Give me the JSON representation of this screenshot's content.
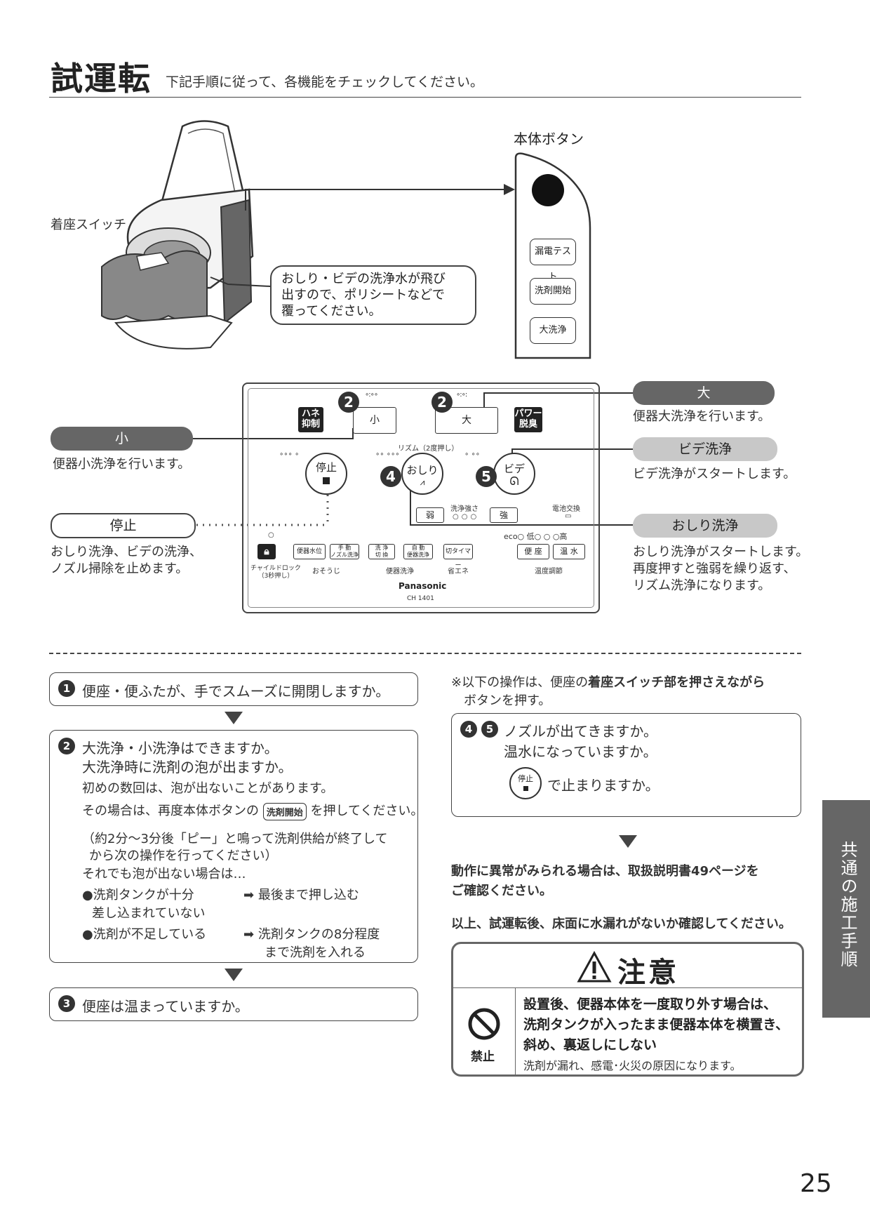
{
  "header": {
    "title": "試運転",
    "subtitle": "下記手順に従って、各機能をチェックしてください。"
  },
  "illustration": {
    "seat_switch_label": "着座スイッチ",
    "splash_note": [
      "おしり・ビデの洗浄水が飛び",
      "出すので、ポリシートなどで",
      "覆ってください。"
    ]
  },
  "main_unit": {
    "title": "本体ボタン",
    "buttons": [
      "漏電テスト",
      "洗剤開始",
      "大洗浄"
    ]
  },
  "remote": {
    "small_key": "小",
    "large_key": "大",
    "hane_key": [
      "ハネ",
      "抑制"
    ],
    "power_key": [
      "パワー",
      "脱臭"
    ],
    "rhythm_label": "リズム（2度押し）",
    "stop_key": "停止",
    "oshiri_key": "おしり",
    "bidet_key": "ビデ",
    "strength_label": "洗浄強さ",
    "weak_key": "弱",
    "strong_key": "強",
    "battery_label": "電池交換",
    "eco_label": "eco○ 低○ ○ ○高",
    "child_lock_label": [
      "チャイルドロック",
      "（3秒押し）"
    ],
    "clean_label": "おそうじ",
    "bowl_water_key": "便器水位",
    "manual_nozzle_key": [
      "手 動",
      "ノズル洗浄"
    ],
    "wash_switch_key": [
      "洗 浄",
      "切 換"
    ],
    "auto_wash_key": [
      "自 動",
      "便器洗浄"
    ],
    "bowl_wash_label": "便器洗浄",
    "timer_key": "切タイマー",
    "eco_mode_label": "省エネ",
    "seat_key": "便 座",
    "warm_water_key": "温 水",
    "temp_label": "温度調節",
    "brand": "Panasonic",
    "model": "CH 1401",
    "step_2": "2",
    "step_4": "4",
    "step_5": "5"
  },
  "labels": {
    "large": {
      "title": "大",
      "desc": "便器大洗浄を行います。"
    },
    "small": {
      "title": "小",
      "desc": "便器小洗浄を行います。"
    },
    "bidet": {
      "title": "ビデ洗浄",
      "desc": "ビデ洗浄がスタートします。"
    },
    "stop": {
      "title": "停止",
      "desc": [
        "おしり洗浄、ビデの洗浄、",
        "ノズル掃除を止めます。"
      ]
    },
    "oshiri": {
      "title": "おしり洗浄",
      "desc": [
        "おしり洗浄がスタートします。",
        "再度押すと強弱を繰り返す、",
        "リズム洗浄になります。"
      ]
    }
  },
  "checks": {
    "step1": {
      "num": "1",
      "text": "便座・便ふたが、手でスムーズに開閉しますか。"
    },
    "step2": {
      "num": "2",
      "line1": "大洗浄・小洗浄はできますか。",
      "line2": "大洗浄時に洗剤の泡が出ますか。",
      "line3": "初めの数回は、泡が出ないことがあります。",
      "line4_pre": "その場合は、再度本体ボタンの",
      "line4_key": "洗剤開始",
      "line4_post": "を押してください。",
      "line5": "（約2分〜3分後「ピー」と鳴って洗剤供給が終了して",
      "line6": "から次の操作を行ってください）",
      "line7": "それでも泡が出ない場合は…",
      "case1_a": "●洗剤タンクが十分",
      "case1_b": "差し込まれていない",
      "case1_fix": "最後まで押し込む",
      "case2_a": "●洗剤が不足している",
      "case2_fix_a": "洗剤タンクの8分程度",
      "case2_fix_b": "まで洗剤を入れる"
    },
    "step3": {
      "num": "3",
      "text": "便座は温まっていますか。"
    },
    "note_pre": "※以下の操作は、便座の",
    "note_bold": "着座スイッチ部を押さえながら",
    "note_post": "ボタンを押す。",
    "step45": {
      "num_a": "4",
      "num_b": "5",
      "line1": "ノズルが出てきますか。",
      "line2": "温水になっていますか。",
      "stop_icon_text": "停止",
      "line3": "で止まりますか。"
    },
    "abnormal": [
      "動作に異常がみられる場合は、取扱説明書49ページを",
      "ご確認ください。"
    ],
    "final": "以上、試運転後、床面に水漏れがないか確認してください。"
  },
  "caution": {
    "title": "注意",
    "prohibit_label": "禁止",
    "text": [
      "設置後、便器本体を一度取り外す場合は、",
      "洗剤タンクが入ったまま便器本体を横置き、",
      "斜め、裏返しにしない"
    ],
    "note": "洗剤が漏れ、感電･火災の原因になります。"
  },
  "side_tab": "共通の施工手順",
  "page_number": "25"
}
